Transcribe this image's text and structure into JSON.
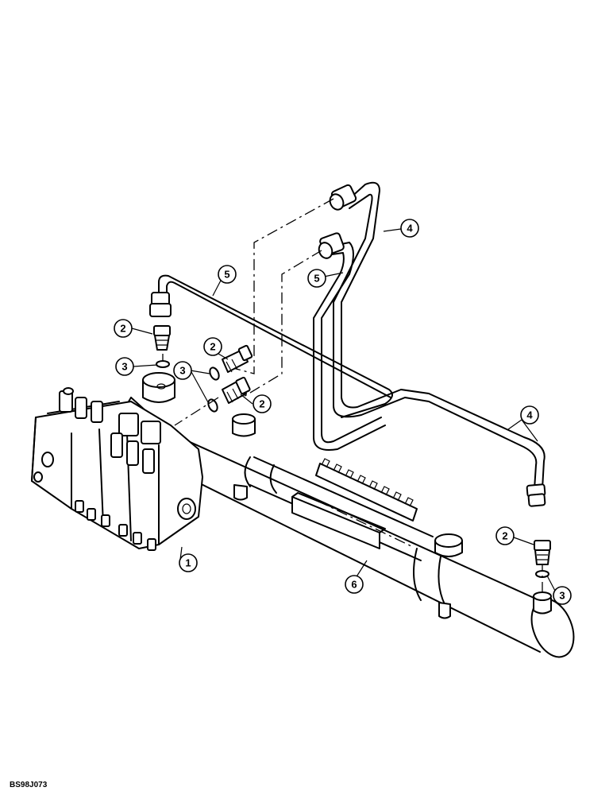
{
  "drawing_code": "BS98J073",
  "callouts": [
    {
      "label": "1"
    },
    {
      "label": "2"
    },
    {
      "label": "2"
    },
    {
      "label": "2"
    },
    {
      "label": "2"
    },
    {
      "label": "3"
    },
    {
      "label": "3"
    },
    {
      "label": "3"
    },
    {
      "label": "4"
    },
    {
      "label": "4"
    },
    {
      "label": "5"
    },
    {
      "label": "5"
    },
    {
      "label": "6"
    }
  ]
}
